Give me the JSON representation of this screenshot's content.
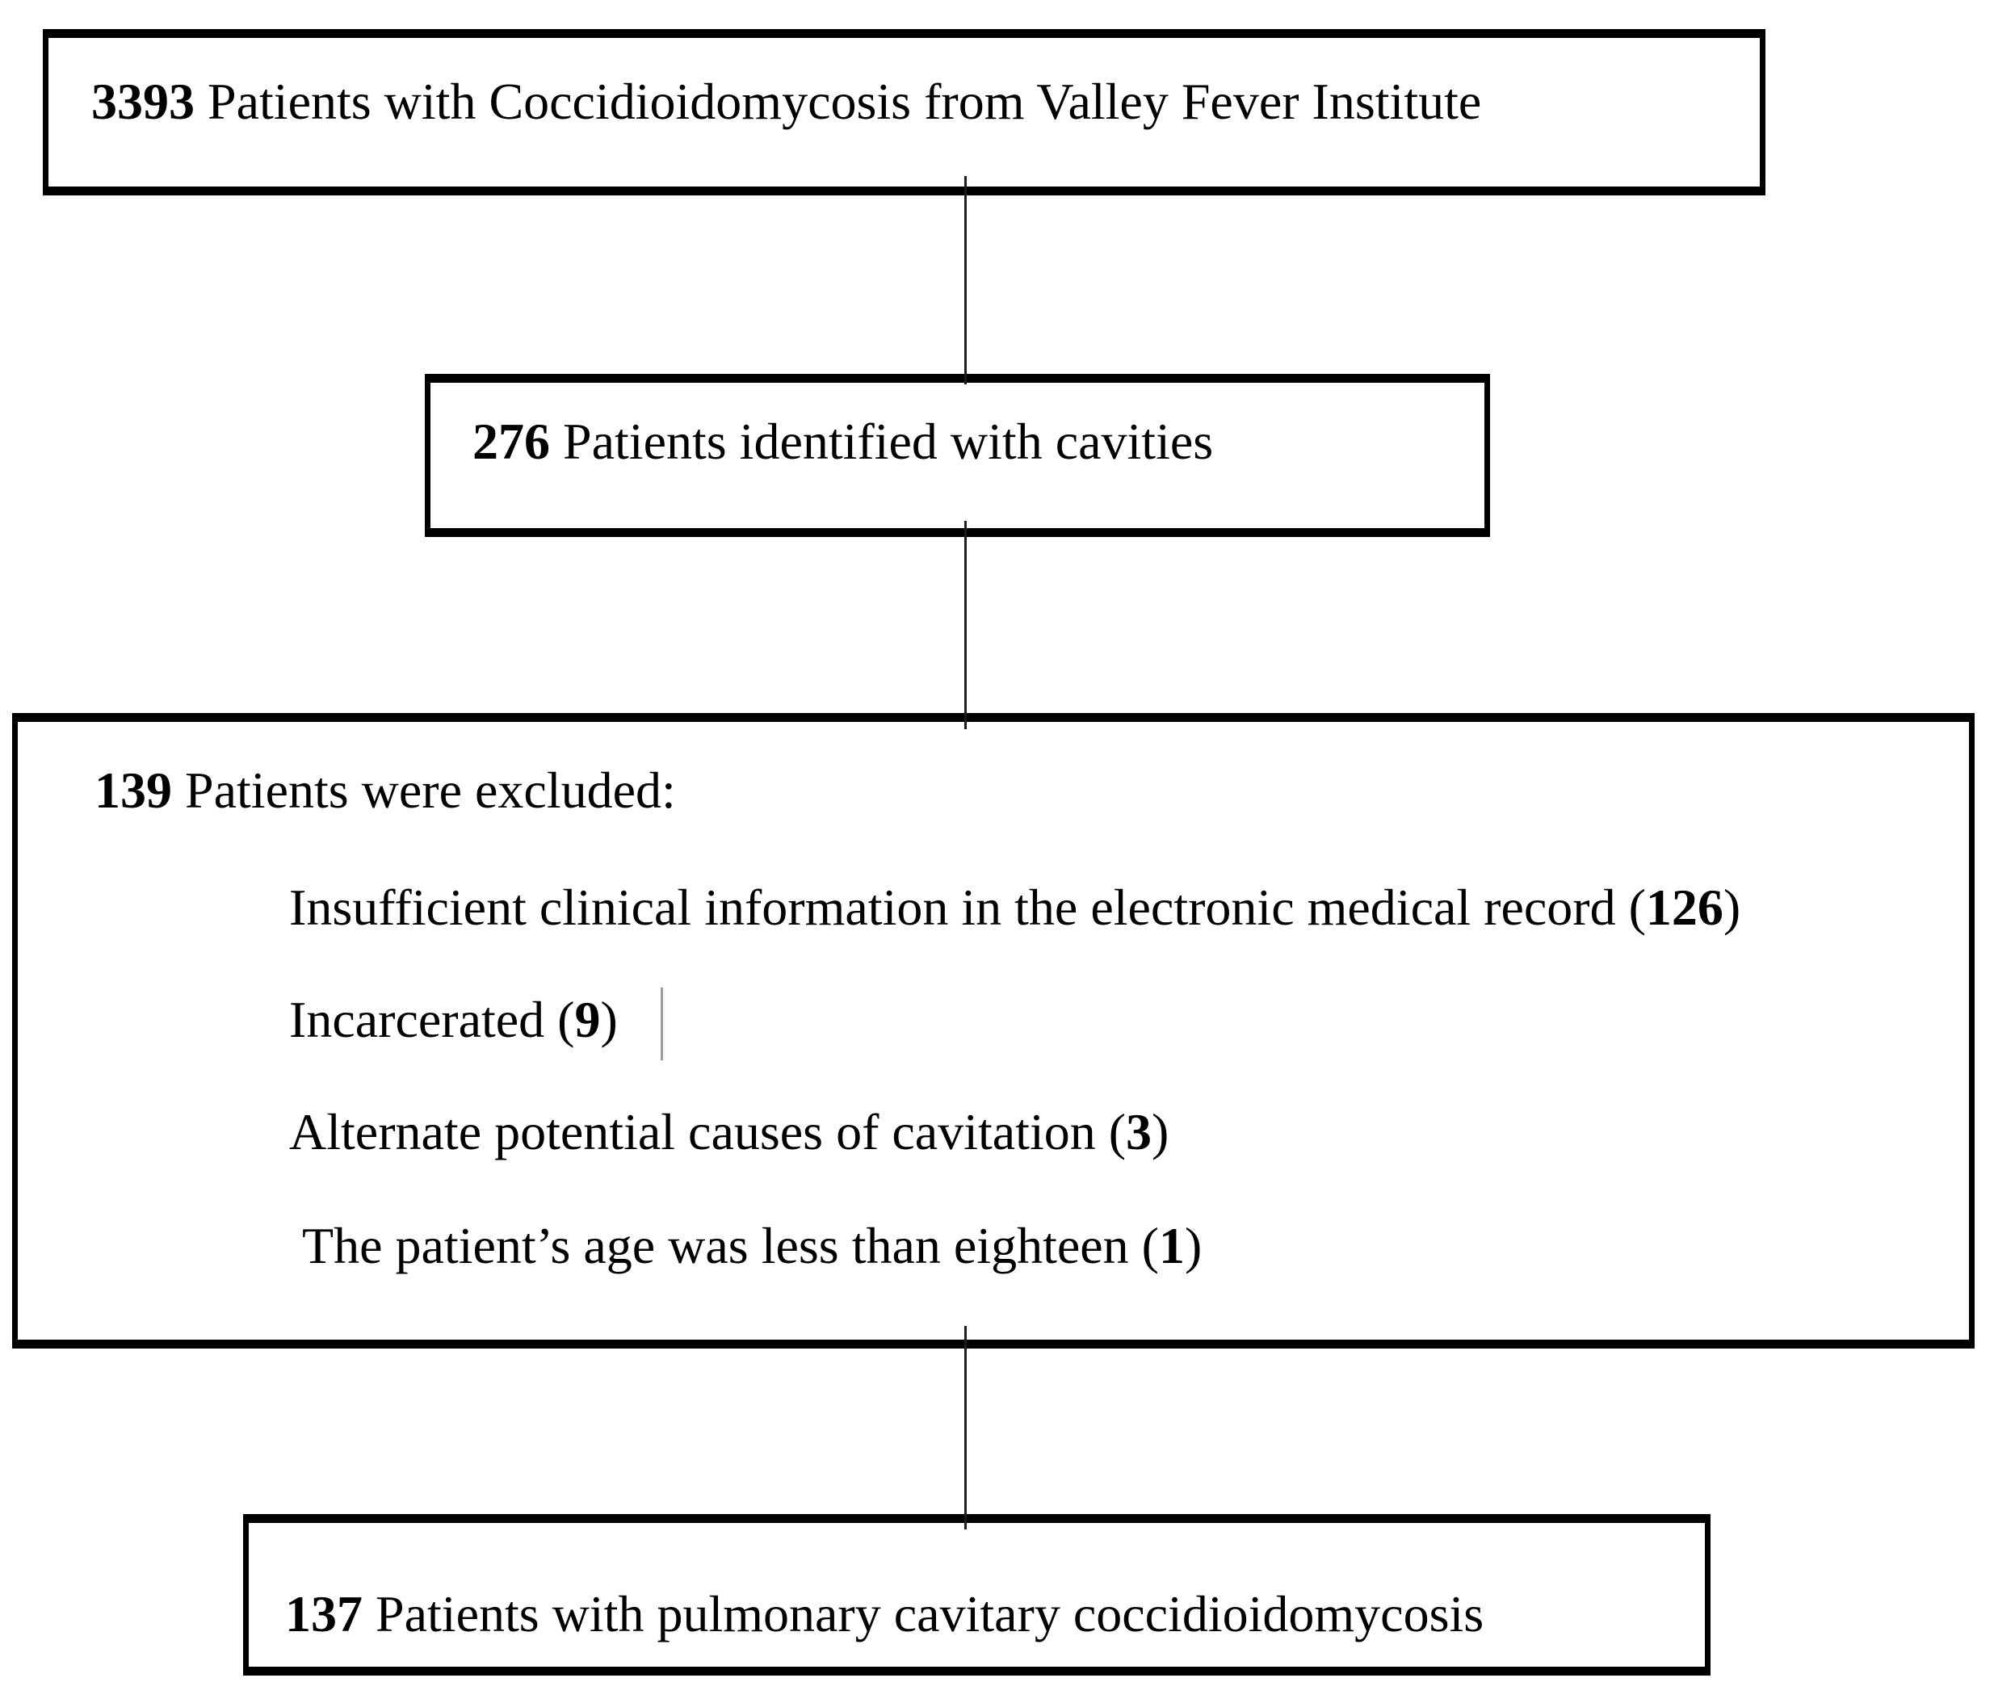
{
  "boxes": {
    "source": {
      "count": "3393",
      "label": "Patients with Coccidioidomycosis from Valley Fever Institute"
    },
    "cavities": {
      "count": "276",
      "label": "Patients identified with cavities"
    },
    "excluded": {
      "count": "139",
      "label": "Patients were excluded:",
      "items": [
        {
          "prefix": "Insufficient clinical information in the electronic medical record (",
          "count": "126",
          "suffix": ")"
        },
        {
          "prefix": "Incarcerated (",
          "count": "9",
          "suffix": ")"
        },
        {
          "prefix": "Alternate potential causes of cavitation (",
          "count": "3",
          "suffix": ")"
        },
        {
          "prefix": "The patient’s age was less than eighteen (",
          "count": "1",
          "suffix": ")"
        }
      ]
    },
    "final": {
      "count": "137",
      "label": "Patients with pulmonary cavitary coccidioidomycosis"
    }
  },
  "colors": {
    "box_border": "#000000",
    "connector": "#1c1c1c",
    "background": "#ffffff",
    "text": "#000000"
  }
}
